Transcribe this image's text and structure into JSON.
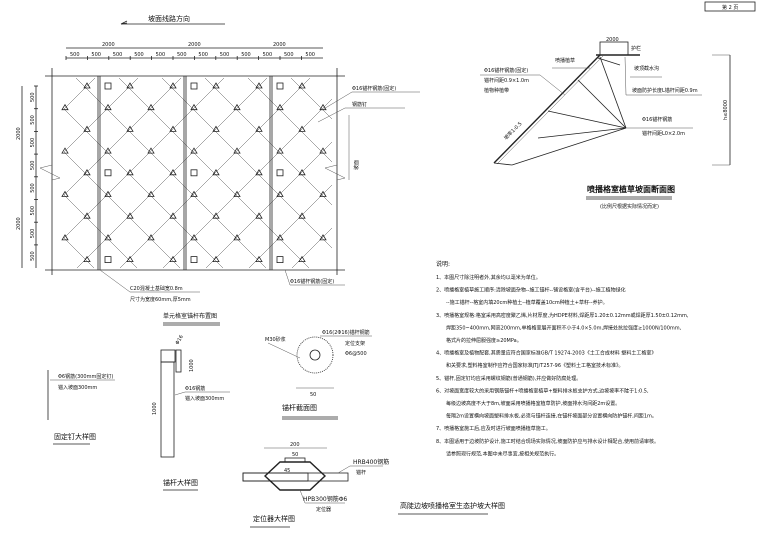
{
  "sheet_box": "第 2 页",
  "plan": {
    "direction_label": "坡面线路方向",
    "top_dims_major": [
      "2000",
      "2000",
      "2000"
    ],
    "top_dims_minor": [
      "500",
      "500",
      "500",
      "500",
      "500",
      "500",
      "500",
      "500",
      "500",
      "500",
      "500",
      "500"
    ],
    "left_dims_major": [
      "2000",
      "2000"
    ],
    "left_dims_minor": [
      "500",
      "500",
      "500",
      "500",
      "500",
      "500",
      "500",
      "500"
    ],
    "callout_anchor": "Φ16锚杆钢筋(固定)",
    "callout_nail": "钢筋钉",
    "callout_slope": "坡面",
    "callout_bottom_left_1": "C20混凝土基础宽0.8m",
    "callout_bottom_left_2": "尺寸为宽度60mm,厚5mm",
    "callout_bottom_right": "Φ16锚杆钢筋(固定)"
  },
  "section": {
    "top_width": "2000",
    "top_label": "护栏",
    "callout_1": "Φ16锚杆钢筋(固定)",
    "callout_2": "锚杆间距0.9×1.0m",
    "callout_3": "植物种植带",
    "callout_4": "喷播植草",
    "callout_5": "坡顶截水沟",
    "callout_6": "坡面防护长度L锚杆间距0.9m",
    "callout_7": "Φ16锚杆钢筋",
    "callout_8": "锚杆间距L0×2.0m",
    "slope_ratio": "坡率1:0.5",
    "height": "h≤8000",
    "title": "喷播格室植草坡面断面图",
    "subtitle": "(比例尺根据实际情况而定)"
  },
  "notes": {
    "heading": "说明:",
    "lines": [
      "1、本图尺寸除注明者外,其余均以毫米为单位。",
      "2、喷播格室植草施工顺序:清除坡面杂物--施工锚杆--铺设格室(含平台)--施工植物绿化",
      "--施工锚杆--格室内填20cm种植土--植草覆盖10cm种植土+草籽--养护。",
      "3、喷播格室规格:格室采用高密度聚乙烯,片材厚度,为HDPE材料,焊距厚1.20±0.12mm或焊距厚1.50±0.12mm,",
      "焊距350~400mm,网高200mm,单格格室展开面积不小于4.0×5.0m,焊接处抗拉强度≥1000N/100mm,",
      "格式片的拉伸屈服强度≥20MPa。",
      "4、喷播格室及植物配套,其质量应符合国家标准GB/T 19274-2003《土工合成材料 塑料土工格室》",
      "和关要求,塑料格室制作应符合国家标准JTJ/T257-96《塑料土工格室技术标准》。",
      "5、锚杆,固定钉均应采用螺纹钢筋(普通钢筋),并应做好防腐处理。",
      "6、对坡面宽度较大的采用钢筋锚杆+喷播格室植草+塑料排水板支护方式,边坡坡率不陡于1:0.5,",
      "每级边坡高度不大于8m,坡面采用喷播格室植草防护,坡面排水沟间距2m设置。",
      "每隔2m设置横向坡面塑料排水板,必须与锚杆连接,在锚杆坡面部分设置横向防护锚杆,间距1m。",
      "7、喷播格室施工后,应及时进行坡面喷播植草施工。",
      "8、本图适用于边坡防护设计,施工时结合现场实际情况,坡面防护应与排水设计相配合,使用前请审核。",
      "请参照现行规范,本图中未尽事宜,按相关规范执行。"
    ]
  },
  "details": {
    "fixing_pin_title": "固定钉大样图",
    "fixing_pin_label_1": "Φ6钢筋(300mm固定钉)",
    "fixing_pin_label_2": "锚入坡面300mm",
    "layout_title": "单元格室锚杆布置图",
    "anchor_label_top": "Φ16",
    "anchor_label_1": "Φ16钢筋",
    "anchor_label_2": "锚入坡面300mm",
    "anchor_length": "1000",
    "anchor_title": "锚杆大样图",
    "section_label_1": "M30砂浆",
    "section_label_2": "Φ16(2Φ16)锚杆钢筋",
    "section_label_3": "定位支架",
    "section_label_4": "Φ6@500",
    "section_width": "50",
    "section_title": "锚杆截面图",
    "spacer_width": "200",
    "spacer_inner": "50",
    "spacer_angle": "45",
    "spacer_label_1": "HRB400钢筋",
    "spacer_label_2": "锚杆",
    "spacer_label_3": "HPB300钢筋Φ6",
    "spacer_label_4": "定位器",
    "spacer_title": "定位器大样图",
    "overall_title": "高陡边坡喷播格室生态护坡大样图"
  }
}
